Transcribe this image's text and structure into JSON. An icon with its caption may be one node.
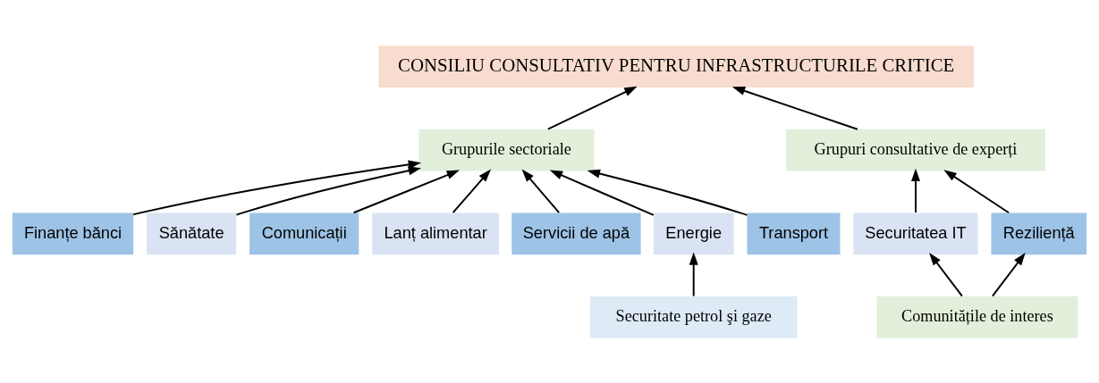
{
  "diagram": {
    "nodes": [
      {
        "text": [
          "CONSILIU CONSULTATIV PENTRU INFRASTRUCTURILE CRITICE"
        ]
      },
      {
        "text": [
          "Grupurile sectoriale"
        ]
      },
      {
        "text": [
          "Grupuri consultative de experți"
        ]
      },
      {
        "text": [
          "Finanțe bănci"
        ]
      },
      {
        "text": [
          "Sănătate"
        ]
      },
      {
        "text": [
          "Comunicații"
        ]
      },
      {
        "text": [
          "Lanț alimentar"
        ]
      },
      {
        "text": [
          "Servicii de apă"
        ]
      },
      {
        "text": [
          "Energie"
        ]
      },
      {
        "text": [
          "Transport"
        ]
      },
      {
        "text": [
          "Securitatea IT"
        ]
      },
      {
        "text": [
          "Reziliență"
        ]
      },
      {
        "text": [
          "Securitate petrol şi gaze"
        ]
      },
      {
        "text": [
          "Comunitățile de interes"
        ]
      }
    ],
    "edges": [
      {
        "from": 1,
        "to": 0,
        "arrow": "to"
      },
      {
        "from": 2,
        "to": 0,
        "arrow": "to"
      },
      {
        "from": 3,
        "to": 1,
        "arrow": "to"
      },
      {
        "from": 4,
        "to": 1,
        "arrow": "to"
      },
      {
        "from": 5,
        "to": 1,
        "arrow": "to"
      },
      {
        "from": 6,
        "to": 1,
        "arrow": "to"
      },
      {
        "from": 7,
        "to": 1,
        "arrow": "to"
      },
      {
        "from": 8,
        "to": 1,
        "arrow": "to"
      },
      {
        "from": 9,
        "to": 1,
        "arrow": "to"
      },
      {
        "from": 10,
        "to": 2,
        "arrow": "to"
      },
      {
        "from": 11,
        "to": 2,
        "arrow": "to"
      },
      {
        "from": 12,
        "to": 8,
        "arrow": "to"
      },
      {
        "from": 13,
        "to": 10,
        "arrow": "to"
      },
      {
        "from": 13,
        "to": 11,
        "arrow": "to"
      }
    ]
  }
}
